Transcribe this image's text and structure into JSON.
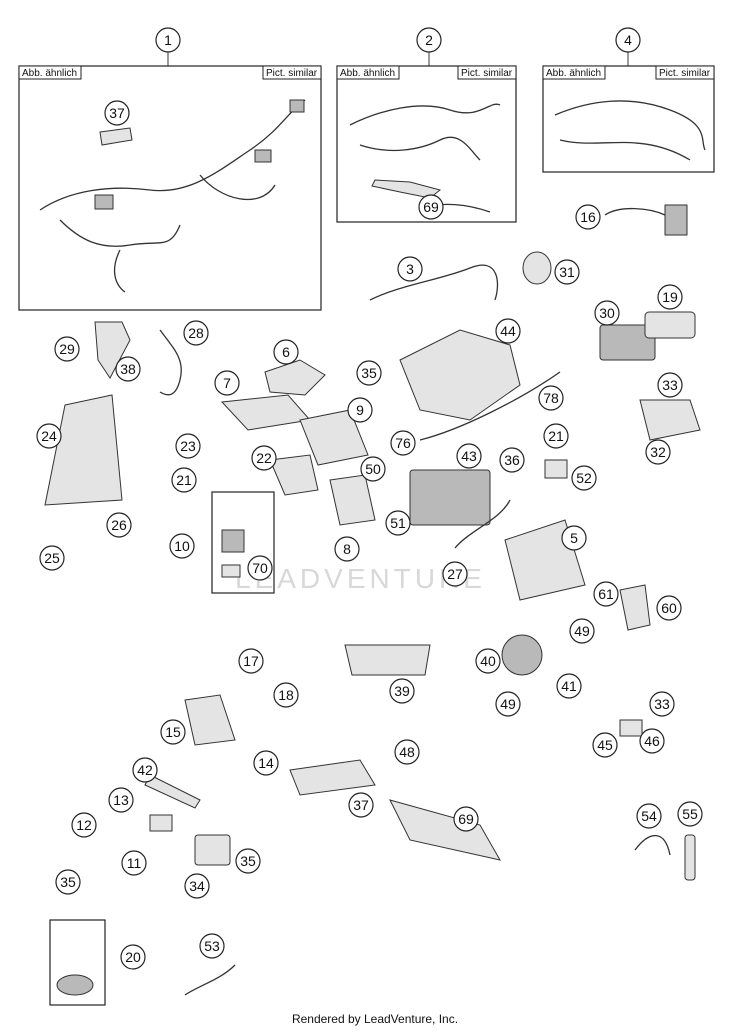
{
  "box_labels": {
    "left": "Abb. ähnlich",
    "right": "Pict. similar"
  },
  "watermark": "LEADVENTURE",
  "footer": "Rendered by LeadVenture, Inc.",
  "callouts": [
    "1",
    "2",
    "4",
    "16",
    "37",
    "69",
    "3",
    "31",
    "29",
    "28",
    "38",
    "6",
    "44",
    "30",
    "19",
    "7",
    "35",
    "9",
    "78",
    "33",
    "24",
    "23",
    "22",
    "76",
    "21",
    "32",
    "43",
    "36",
    "52",
    "21",
    "50",
    "26",
    "51",
    "8",
    "5",
    "25",
    "10",
    "70",
    "27",
    "61",
    "60",
    "49",
    "40",
    "41",
    "17",
    "39",
    "49",
    "18",
    "33",
    "15",
    "45",
    "46",
    "14",
    "48",
    "42",
    "37",
    "13",
    "12",
    "69",
    "11",
    "35",
    "34",
    "54",
    "55",
    "35",
    "20",
    "53"
  ],
  "colors": {
    "line": "#222222",
    "part_fill": "#e4e4e4",
    "part_dark": "#b9b9b9"
  }
}
